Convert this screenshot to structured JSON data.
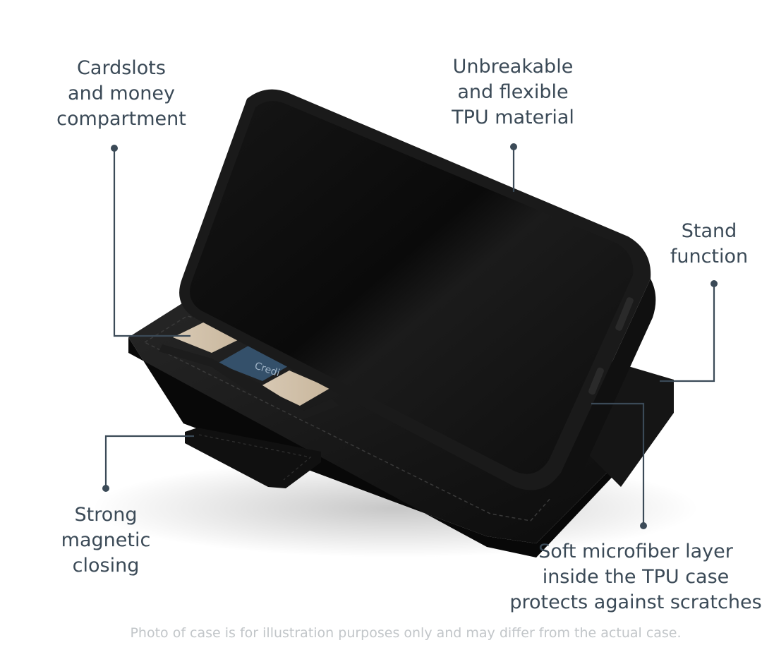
{
  "callouts": {
    "cardslots": [
      "Cardslots",
      "and money",
      "compartment"
    ],
    "tpu": [
      "Unbreakable",
      "and flexible",
      "TPU material"
    ],
    "stand": [
      "Stand",
      "function"
    ],
    "magnetic": [
      "Strong",
      "magnetic",
      "closing"
    ],
    "microfiber": [
      "Soft microfiber layer",
      "inside the TPU case",
      "protects against scratches"
    ]
  },
  "card_text": "Credi",
  "disclaimer": "Photo of case is for illustration purposes only and may differ from the actual case.",
  "colors": {
    "label_text": "#3b4a57",
    "callout_line": "#3b4a57",
    "disclaimer_text": "#c2c6c9",
    "leather": "#141414",
    "phone_screen": "#0c0c0c"
  }
}
